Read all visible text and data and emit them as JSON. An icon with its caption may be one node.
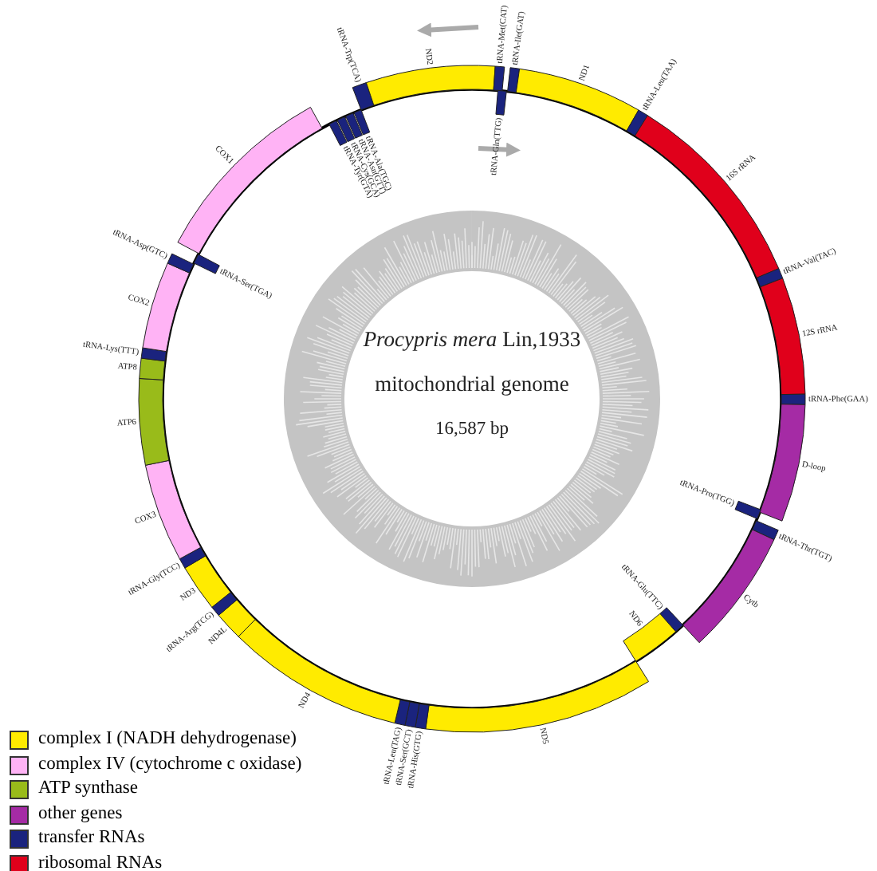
{
  "diagram": {
    "labels": [
      "tRNA-Trp(TCA)",
      "ND2",
      "tRNA-Met(CAT)",
      "tRNA-Gln(TTG)",
      "tRNA-Ile(GAT)",
      "ND1",
      "tRNA-Leu(TAA)",
      "16S rRNA",
      "tRNA-Val(TAC)",
      "12S rRNA",
      "tRNA-Phe(GAA)",
      "D-loop",
      "tRNA-Pro(TGG)",
      "tRNA-Thr(TGT)",
      "Cytb",
      "tRNA-Glu(TTC)",
      "ND6",
      "ND5",
      "tRNA-His(GTG)",
      "tRNA-Ser(GCT)",
      "tRNA-Leu(TAG)",
      "ND4",
      "ND4L",
      "tRNA-Arg(TCG)",
      "ND3",
      "tRNA-Gly(TCC)",
      "COX3",
      "ATP6",
      "ATP8",
      "tRNA-Lys(TTT)",
      "COX2",
      "tRNA-Asp(GTC)",
      "tRNA-Ser(TGA)",
      "COX1",
      "tRNA-Tyr(GTA)",
      "tRNA-Cys(GCA)",
      "tRNA-Asn(GTT)",
      "tRNA-Ala(TGC)",
      "*Procypris mera* Lin,1933",
      "mitochondrial genome",
      "16,587 bp"
    ],
    "legend": [
      {
        "text": "complex I (NADH dehydrogenase)",
        "color": "#ffeb00"
      },
      {
        "text": "complex IV (cytochrome c oxidase)",
        "color": "#ffb3f5"
      },
      {
        "text": "ATP synthase",
        "color": "#99bb1a"
      },
      {
        "text": "other genes",
        "color": "#a52ba5"
      },
      {
        "text": "transfer RNAs",
        "color": "#1a237e"
      },
      {
        "text": "ribosomal RNAs",
        "color": "#e0001b"
      }
    ]
  }
}
